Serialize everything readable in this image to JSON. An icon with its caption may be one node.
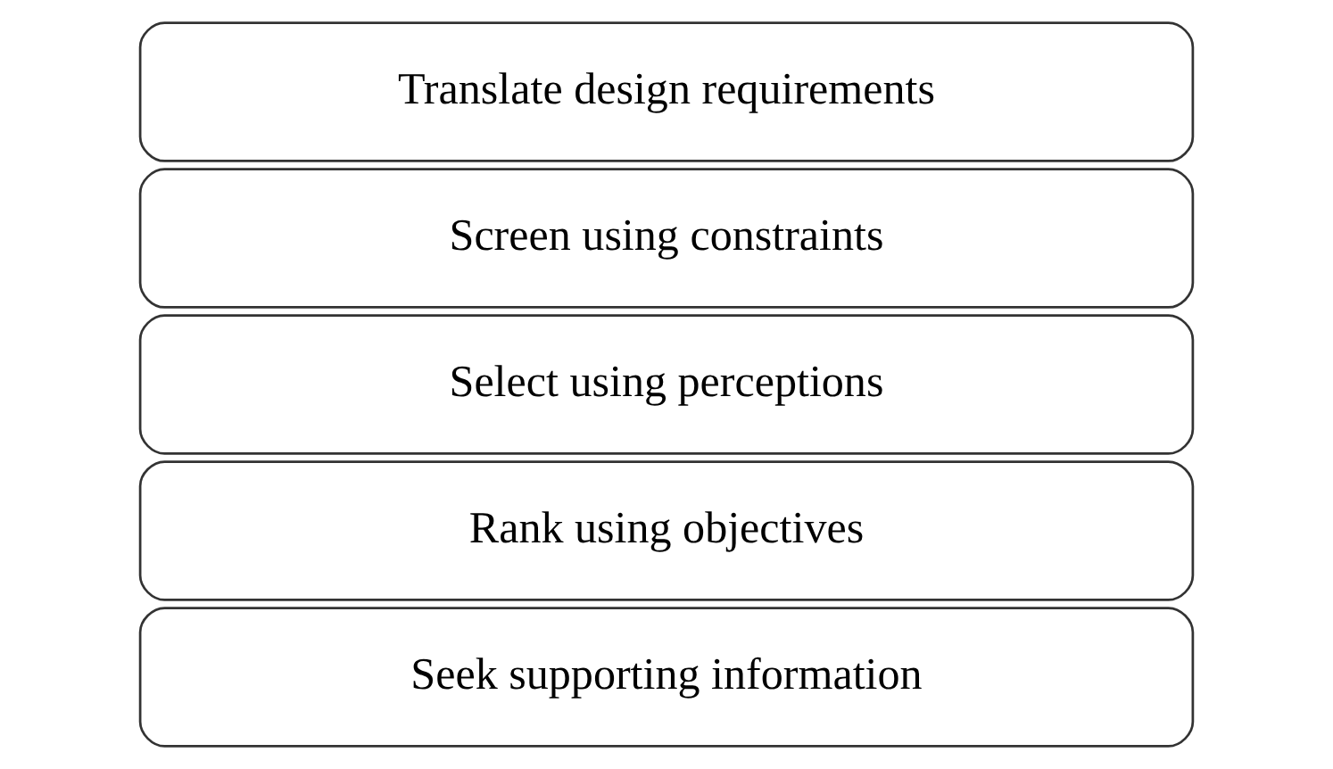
{
  "diagram": {
    "nodes": [
      {
        "text": [
          "Translate design requirements"
        ]
      },
      {
        "text": [
          "Screen using constraints"
        ]
      },
      {
        "text": [
          "Select using perceptions"
        ]
      },
      {
        "text": [
          "Rank using objectives"
        ]
      },
      {
        "text": [
          "Seek supporting information"
        ]
      }
    ]
  }
}
